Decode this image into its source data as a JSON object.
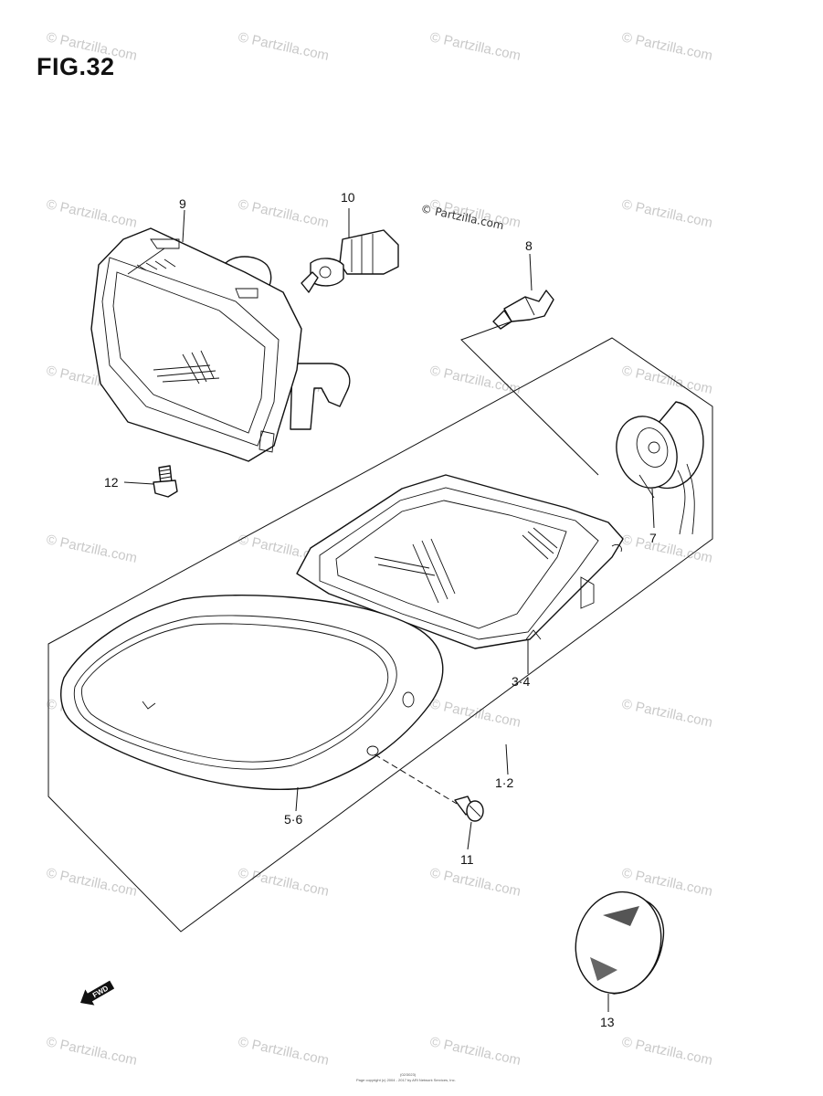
{
  "figure": {
    "title": "FIG.32"
  },
  "watermark": {
    "text": "© Partzilla.com",
    "copyright": "© Partzilla.com"
  },
  "callouts": {
    "headlight_unit": "9",
    "headlight_bulb": "10",
    "position_bulb": "8",
    "bulb_socket": "7",
    "headlamp_lens": "3·4",
    "headlamp_assembly": "1·2",
    "headlamp_rim": "5·6",
    "rim_screw": "11",
    "mounting_bolt": "12",
    "reflector": "13"
  },
  "forward_arrow": {
    "label": "FWD"
  },
  "footer": {
    "line1": "(02/3023)",
    "line2": "Page copyright (c) 2004 - 2017 by ARI Network Services, Inc."
  }
}
